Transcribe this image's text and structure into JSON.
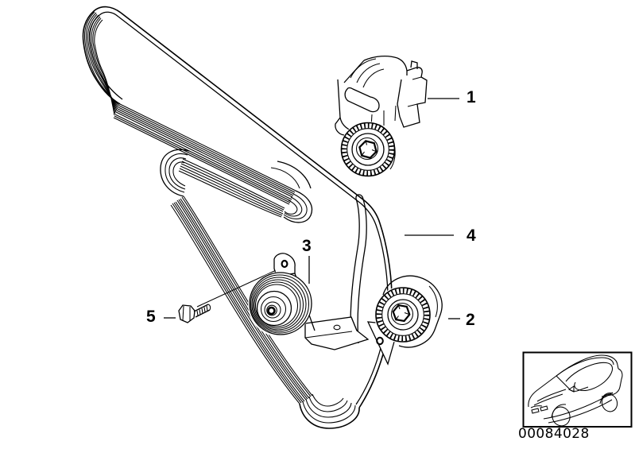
{
  "diagram": {
    "callouts": [
      {
        "label": "1"
      },
      {
        "label": "2"
      },
      {
        "label": "3"
      },
      {
        "label": "4"
      },
      {
        "label": "5"
      }
    ],
    "document_number": "00084028",
    "colors": {
      "line": "#000000",
      "background": "#ffffff"
    },
    "icons": {
      "vehicle_thumbnail": "car-icon"
    }
  }
}
